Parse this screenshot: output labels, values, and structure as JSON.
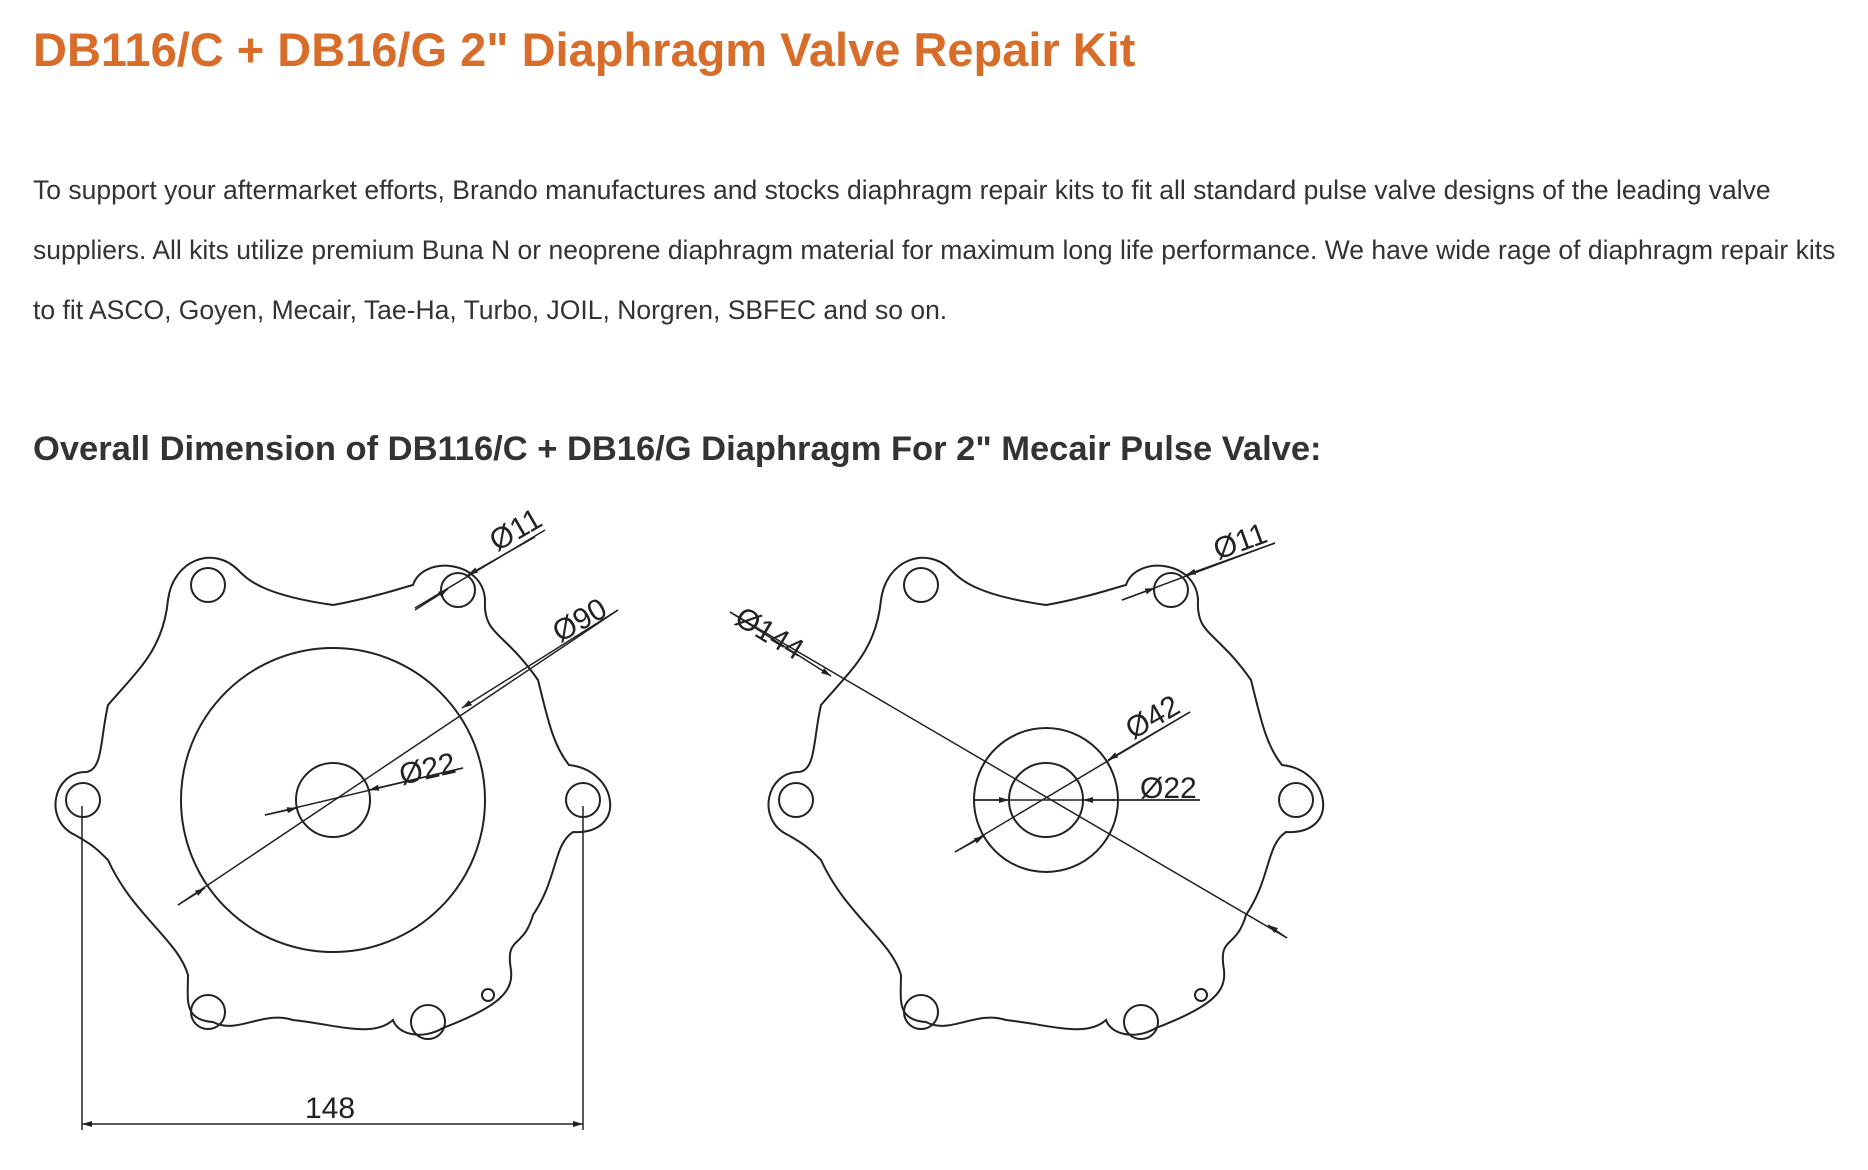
{
  "title": "DB116/C + DB16/G 2\" Diaphragm Valve Repair Kit",
  "intro": "To support your aftermarket efforts, Brando manufactures and stocks diaphragm repair kits to fit all standard pulse valve designs of the leading valve suppliers. All kits utilize premium Buna N or neoprene diaphragm material for maximum long life performance. We have wide rage of diaphragm repair kits to fit ASCO, Goyen, Mecair, Tae-Ha, Turbo, JOIL, Norgren, SBFEC and so on.",
  "section_heading": "Overall Dimension of DB116/C + DB16/G Diaphragm For 2\" Mecair Pulse Valve:",
  "drawing": {
    "left": {
      "hole_dia": "Ø11",
      "outer_circle_dia": "Ø90",
      "center_hole_dia": "Ø22",
      "overall_width": "148"
    },
    "right": {
      "hole_dia": "Ø11",
      "outer_dia": "Ø144",
      "center_ring_dia": "Ø42",
      "center_hole_dia": "Ø22"
    }
  }
}
